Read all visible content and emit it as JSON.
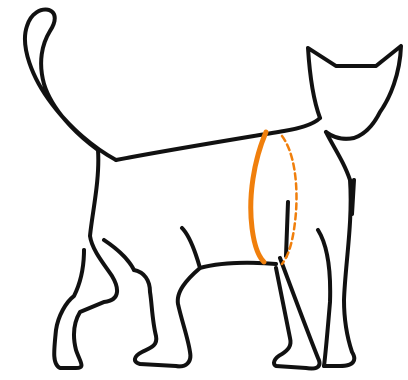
{
  "figure": {
    "subject": "cat-silhouette",
    "measurement": "chest-girth"
  },
  "colors": {
    "background": "#ffffff",
    "outline": "#111111",
    "measure": "#f07f0c"
  },
  "icons": {
    "cat": "cat-outline-icon",
    "measure_front": "girth-line-front",
    "measure_back": "girth-line-back-dashed"
  }
}
